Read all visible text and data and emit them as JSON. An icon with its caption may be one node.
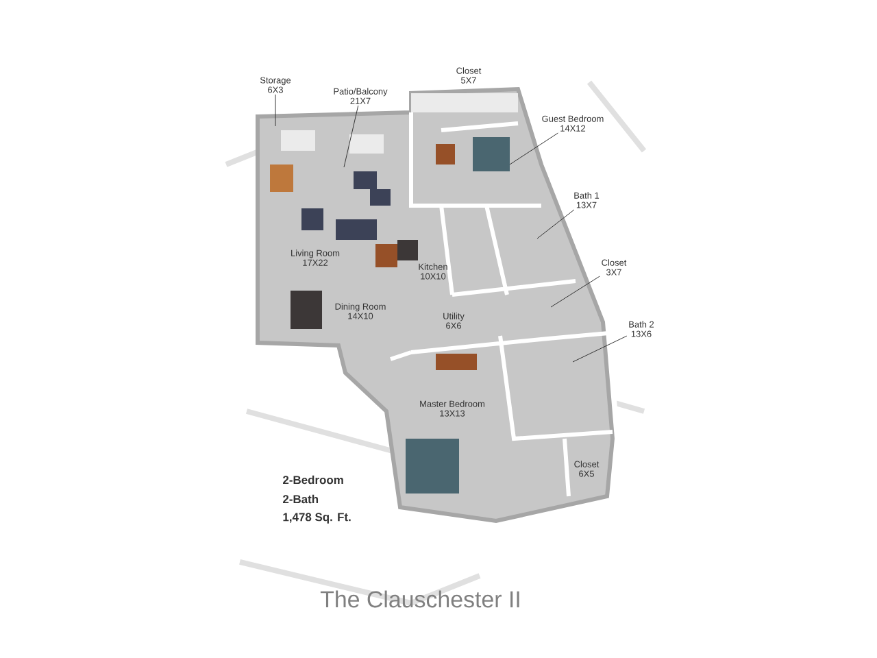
{
  "diagram": {
    "caption": "The Clauschester II",
    "nodes": [
      {
        "text": [
          "Storage",
          "6X3"
        ]
      },
      {
        "text": [
          "Patio/Balcony",
          "21X7"
        ]
      },
      {
        "text": [
          "Closet",
          "5X7"
        ]
      },
      {
        "text": [
          "Guest Bedroom",
          "14X12"
        ]
      },
      {
        "text": [
          "Living Room",
          "17X22"
        ]
      },
      {
        "text": [
          "Bath 1",
          "13X7"
        ]
      },
      {
        "text": [
          "Kitchen",
          "10X10"
        ]
      },
      {
        "text": [
          "Closet",
          "3X7"
        ]
      },
      {
        "text": [
          "Dining Room",
          "14X10"
        ]
      },
      {
        "text": [
          "Utility",
          "6X6"
        ]
      },
      {
        "text": [
          "Bath 2",
          "13X6"
        ]
      },
      {
        "text": [
          "Master Bedroom",
          "13X13"
        ]
      },
      {
        "text": [
          "Closet",
          "6X5"
        ]
      }
    ],
    "edges": [
      {
        "from": 0,
        "to": null,
        "arrow": "none"
      },
      {
        "from": 1,
        "to": null,
        "arrow": "none"
      },
      {
        "from": 3,
        "to": null,
        "arrow": "none"
      },
      {
        "from": 5,
        "to": null,
        "arrow": "none"
      },
      {
        "from": 7,
        "to": null,
        "arrow": "none"
      },
      {
        "from": 10,
        "to": null,
        "arrow": "none"
      }
    ],
    "labels": [
      "2-Bedroom",
      "2-Bath",
      "1,478 Sq. Ft."
    ]
  }
}
